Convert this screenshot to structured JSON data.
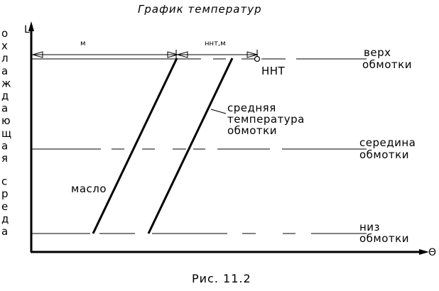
{
  "title": "График температур",
  "y_axis_label": "L",
  "x_axis_label": "Θ",
  "vertical_label": "охлаждающая среда",
  "levels": {
    "top": [
      "верх",
      "обмотки"
    ],
    "middle": [
      "середина",
      "обмотки"
    ],
    "bottom": [
      "низ",
      "обмотки"
    ]
  },
  "dimension_labels": {
    "oil_gradient": "м",
    "winding_gradient": "ннт,м"
  },
  "point_label": "ННТ",
  "curve_labels": {
    "oil": "масло",
    "winding": [
      "средняя",
      "температура",
      "обмотки"
    ]
  },
  "caption": "Рис. 11.2"
}
